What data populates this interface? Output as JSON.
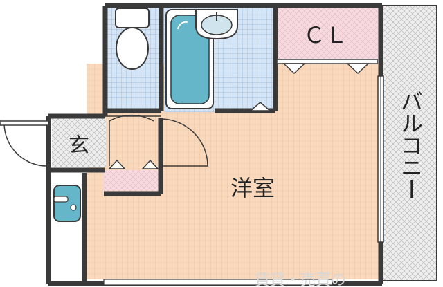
{
  "rooms": {
    "entrance": "玄",
    "closet": "ＣＬ",
    "western_room": "洋室",
    "balcony": "バルコニー"
  },
  "watermark": "賃貸・売買の",
  "colors": {
    "wall": "#3a3a3a",
    "floor_wood": "#f8d9bd",
    "floor_tile": "#cfe0f3",
    "closet_floor": "#f6d7de",
    "balcony_floor": "#e5e5e5",
    "fixture_blue": "#66b6c9",
    "door_line": "#3a3a3a"
  },
  "icons": [
    "toilet-icon",
    "bathtub-icon",
    "washbasin-icon",
    "sink-icon"
  ]
}
